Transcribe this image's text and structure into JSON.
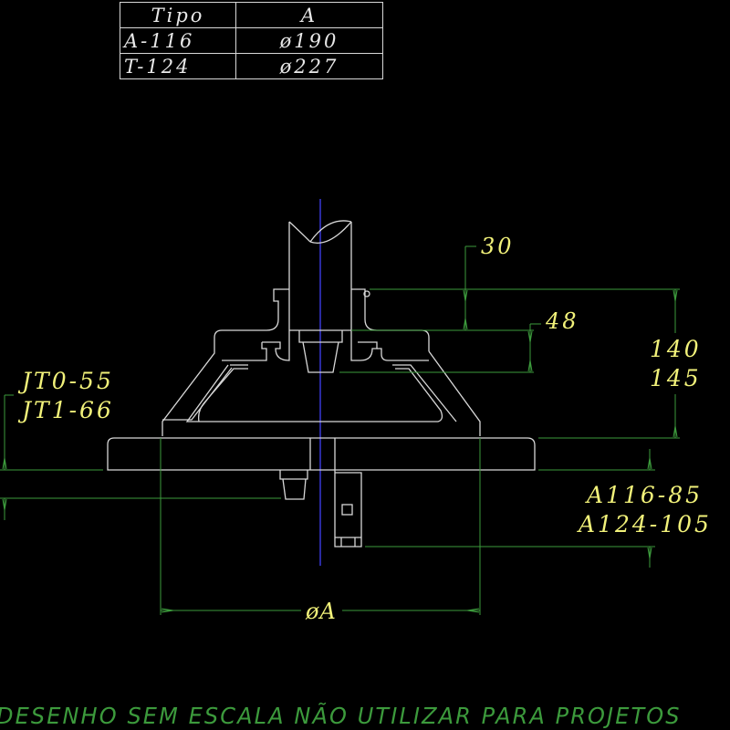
{
  "table": {
    "headers": [
      "Tipo",
      "A"
    ],
    "rows": [
      [
        "A-116",
        "ø190"
      ],
      [
        "T-124",
        "ø227"
      ]
    ]
  },
  "dimensions": {
    "top_offset": "30",
    "mid_offset": "48",
    "height_a": "140",
    "height_b": "145",
    "left_label_1": "JT0-55",
    "left_label_2": "JT1-66",
    "right_label_1": "A116-85",
    "right_label_2": "A124-105",
    "diameter": "øA"
  },
  "footer": {
    "note": "DESENHO SEM ESCALA NÃO UTILIZAR PARA PROJETOS"
  },
  "colors": {
    "background": "#000000",
    "geometry": "#d8d8d8",
    "dimension_lines": "#3c9a3c",
    "dimension_text": "#f2f27a",
    "centerline": "#2a2aa0"
  }
}
